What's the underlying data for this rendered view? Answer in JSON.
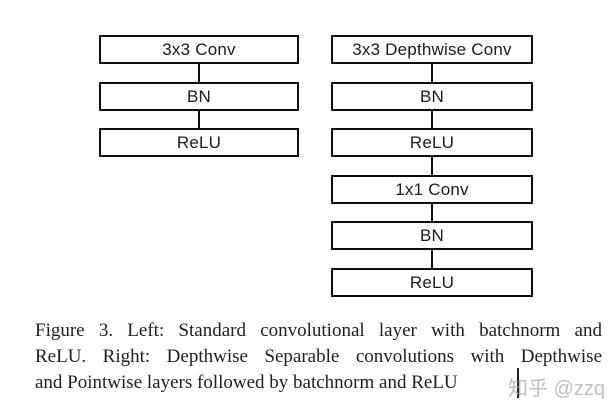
{
  "figure": {
    "left_column": {
      "boxes": [
        "3x3 Conv",
        "BN",
        "ReLU"
      ]
    },
    "right_column": {
      "boxes": [
        "3x3 Depthwise Conv",
        "BN",
        "ReLU",
        "1x1 Conv",
        "BN",
        "ReLU"
      ]
    }
  },
  "caption": {
    "lines": [
      "Figure 3. Left: Standard convolutional layer with batchnorm and",
      "ReLU. Right: Depthwise Separable convolutions with Depthwise",
      "and Pointwise layers followed by batchnorm and ReLU"
    ]
  },
  "watermark": {
    "text": "知乎 @zzq"
  },
  "colors": {
    "box_border": "#0d0d0d",
    "box_text": "#1b1b1b",
    "caption_text": "#1e1e1e",
    "watermark": "#bfbfbf",
    "background": "#ffffff"
  }
}
